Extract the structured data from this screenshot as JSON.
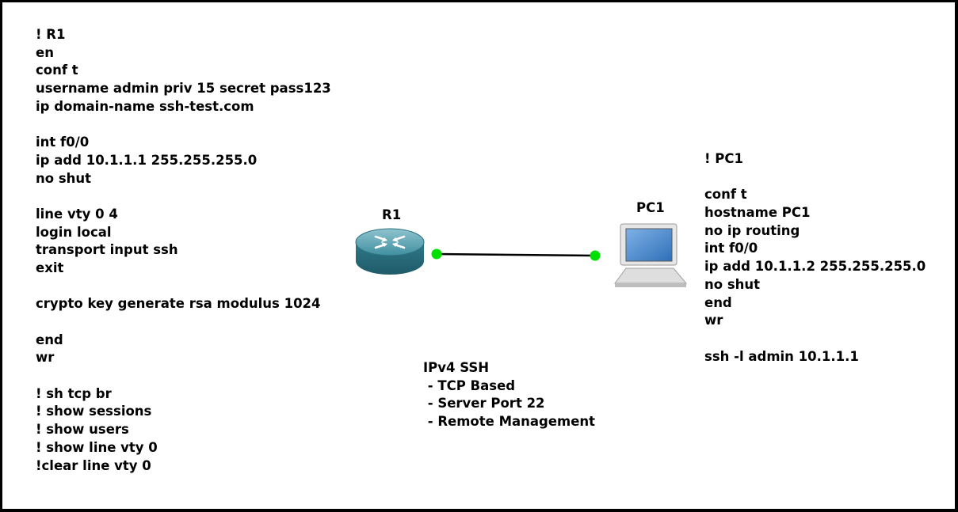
{
  "r1_config": [
    "! R1",
    "en",
    "conf t",
    "username admin priv 15 secret pass123",
    "ip domain-name ssh-test.com",
    "",
    "int f0/0",
    "ip add 10.1.1.1 255.255.255.0",
    "no shut",
    "",
    "line vty 0 4",
    "login local",
    "transport input ssh",
    "exit",
    "",
    "crypto key generate rsa modulus 1024",
    "",
    "end",
    "wr",
    "",
    "! sh tcp br",
    "! show sessions",
    "! show users",
    "! show line vty 0",
    "!clear line vty 0"
  ],
  "pc1_config": [
    "! PC1",
    "",
    "conf t",
    "hostname PC1",
    "no ip routing",
    "int f0/0",
    "ip add 10.1.1.2 255.255.255.0",
    "no shut",
    "end",
    "wr",
    "",
    "ssh -l admin 10.1.1.1"
  ],
  "ssh_notes": [
    "IPv4 SSH",
    " - TCP Based",
    " - Server Port 22",
    " - Remote Management"
  ],
  "nodes": {
    "r1": {
      "label": "R1",
      "icon": "router-icon"
    },
    "pc1": {
      "label": "PC1",
      "icon": "pc-icon"
    }
  },
  "link": {
    "status_color": "#00e000",
    "line_color": "#000000"
  }
}
